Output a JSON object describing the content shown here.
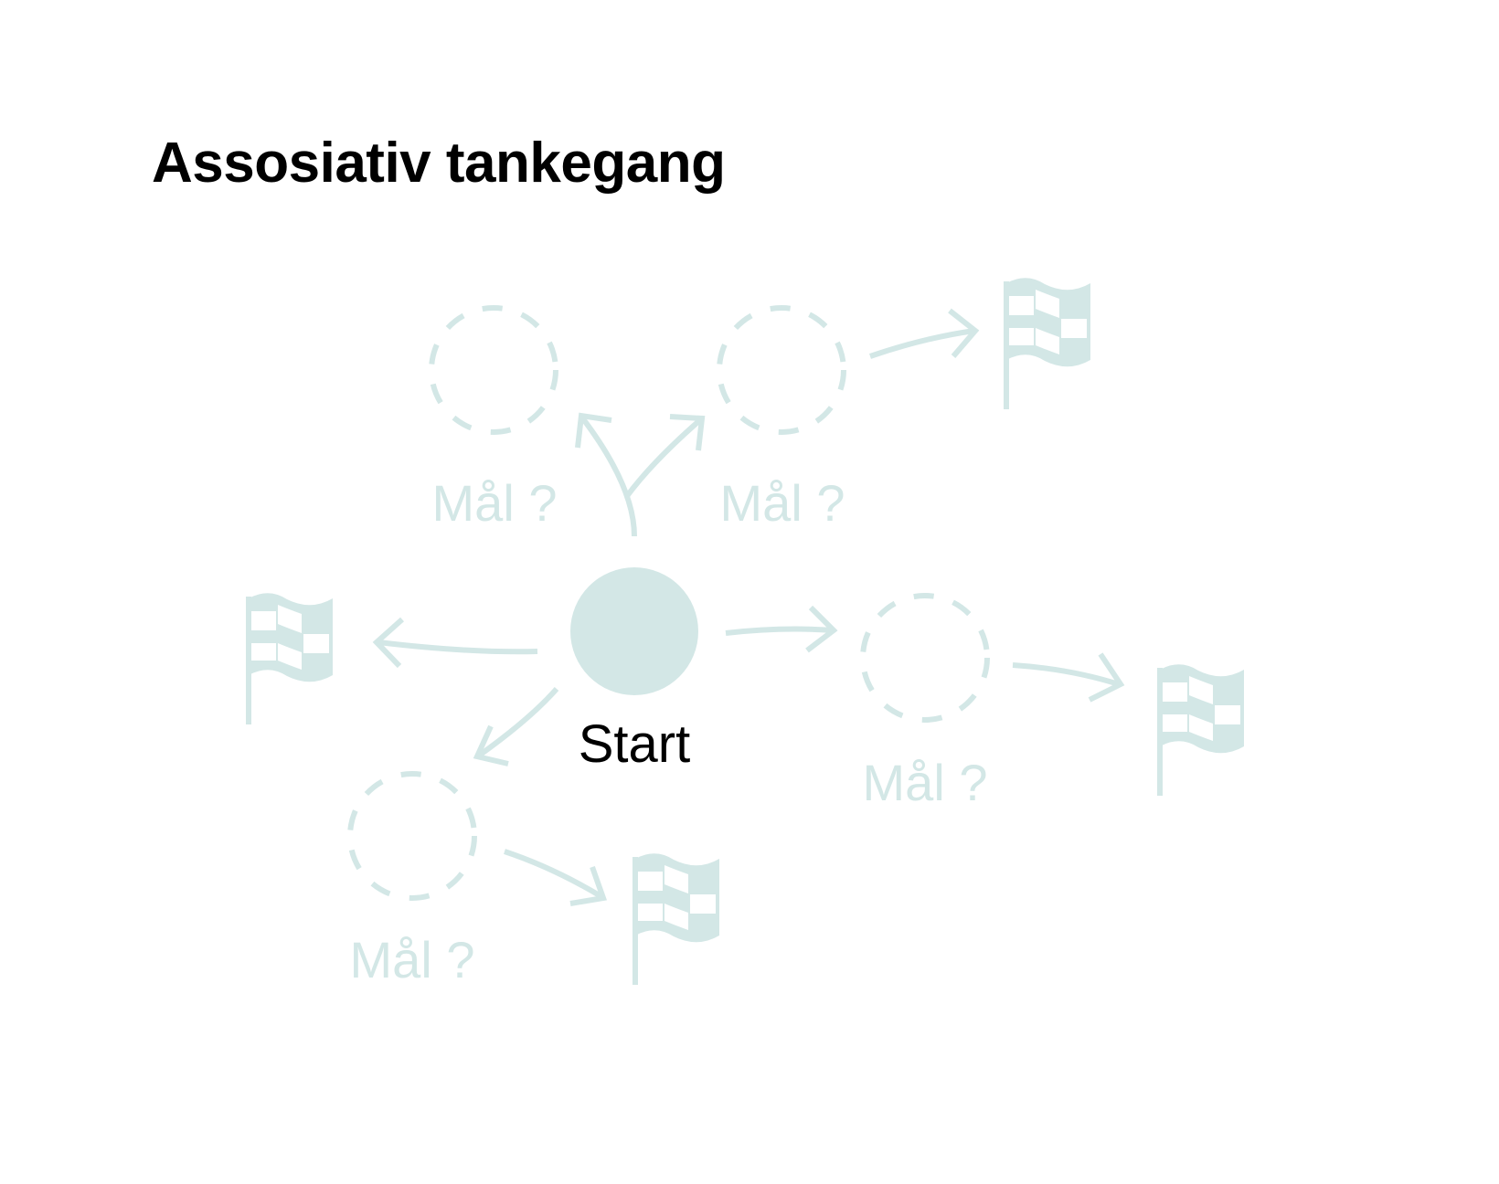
{
  "title": "Assosiativ tankegang",
  "start": {
    "label": "Start"
  },
  "goals": [
    {
      "label": "Mål ?"
    },
    {
      "label": "Mål ?"
    },
    {
      "label": "Mål ?"
    },
    {
      "label": "Mål ?"
    }
  ],
  "icons": {
    "flag": "checkered-flag-icon",
    "arrow": "arrow-icon"
  },
  "colors": {
    "accent": "#d3e7e6",
    "text": "#000000",
    "background": "#ffffff"
  }
}
